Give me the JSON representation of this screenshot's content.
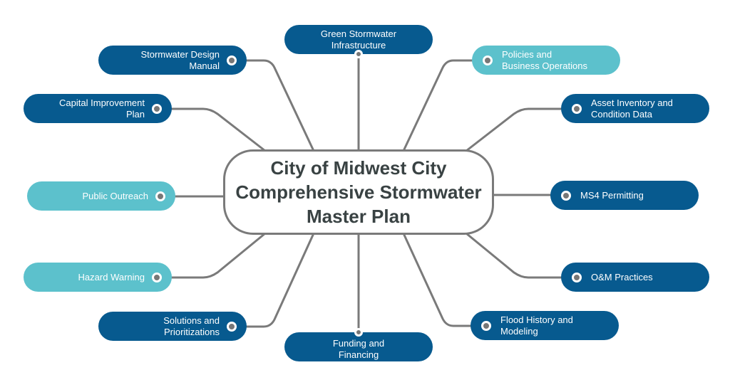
{
  "center": {
    "line1": "City of Midwest City",
    "line2": "Comprehensive Stormwater",
    "line3": "Master Plan"
  },
  "colors": {
    "dark": "#075a8f",
    "teal": "#5cc1cc",
    "line": "#7a7a7a",
    "center_text": "#394243"
  },
  "nodes": {
    "green": {
      "line1": "Green Stormwater",
      "line2": "Infrastructure",
      "style": "dark"
    },
    "design": {
      "line1": "Stormwater Design",
      "line2": "Manual",
      "style": "dark"
    },
    "policies": {
      "line1": "Policies and",
      "line2": "Business Operations",
      "style": "teal"
    },
    "capital": {
      "line1": "Capital Improvement",
      "line2": "Plan",
      "style": "dark"
    },
    "asset": {
      "line1": "Asset Inventory and",
      "line2": "Condition Data",
      "style": "dark"
    },
    "outreach": {
      "line1": "Public Outreach",
      "style": "teal"
    },
    "ms4": {
      "line1": "MS4 Permitting",
      "style": "dark"
    },
    "hazard": {
      "line1": "Hazard Warning",
      "style": "teal"
    },
    "om": {
      "line1": "O&M Practices",
      "style": "dark"
    },
    "solutions": {
      "line1": "Solutions and",
      "line2": "Prioritizations",
      "style": "dark"
    },
    "flood": {
      "line1": "Flood History and",
      "line2": "Modeling",
      "style": "dark"
    },
    "funding": {
      "line1": "Funding and",
      "line2": "Financing",
      "style": "dark"
    }
  }
}
